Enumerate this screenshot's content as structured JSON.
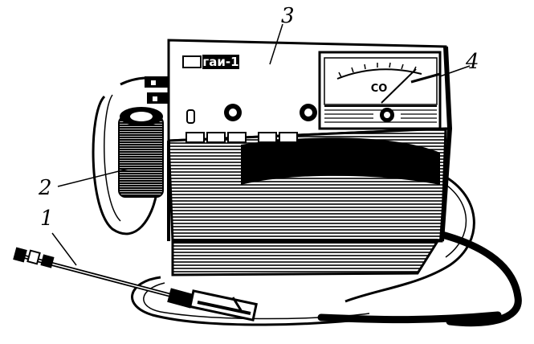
{
  "callouts": [
    {
      "id": "1",
      "text": "1"
    },
    {
      "id": "2",
      "text": "2"
    },
    {
      "id": "3",
      "text": "3"
    },
    {
      "id": "4",
      "text": "4"
    }
  ],
  "device": {
    "brand_label": "гаи-1",
    "meter_gas_label": "CO"
  }
}
